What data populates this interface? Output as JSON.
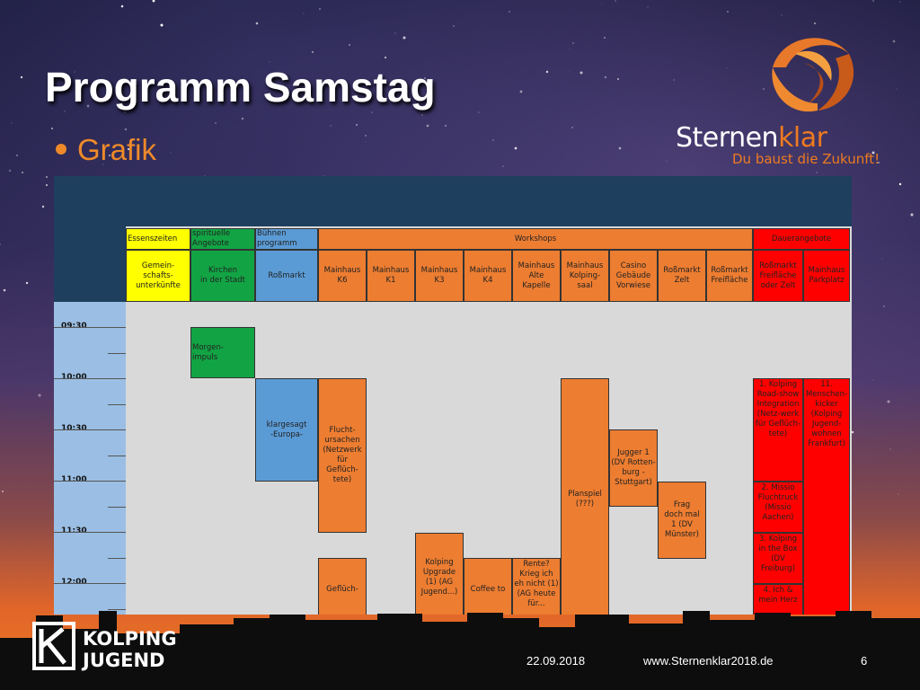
{
  "slide": {
    "title": "Programm Samstag",
    "bullet": "Grafik",
    "brand_name_part1": "Sternen",
    "brand_name_part2": "klar",
    "brand_slogan": "Du baust die Zukunft!",
    "kolping_line1": "KOLPING",
    "kolping_line2": "JUGEND"
  },
  "footer": {
    "date": "22.09.2018",
    "url": "www.Sternenklar2018.de",
    "page": "6"
  },
  "colors": {
    "navy": "#1f3f5f",
    "yellow": "#ffff00",
    "green": "#12a444",
    "blue": "#5b9bd5",
    "orange": "#ed7d31",
    "red": "#ff0000",
    "grey": "#d9d9d9"
  },
  "groups": {
    "essen": "Essenszeiten",
    "spirit": "spirituelle Angebote",
    "buehnen": "Bühnen programm",
    "workshops": "Workshops",
    "dauer": "Dauerangebote"
  },
  "venues": {
    "gemein": "Gemein-\nschafts-\nunterkünfte",
    "kirchen": "Kirchen\nin der Stadt",
    "rossmarkt": "Roßmarkt",
    "k6": "Mainhaus\nK6",
    "k1": "Mainhaus\nK1",
    "k3": "Mainhaus\nK3",
    "k4": "Mainhaus\nK4",
    "kapelle": "Mainhaus\nAlte\nKapelle",
    "kolpingsaal": "Mainhaus\nKolping-\nsaal",
    "casino": "Casino\nGebäude\nVorwiese",
    "zelt": "Roßmarkt\nZelt",
    "freiflaeche": "Roßmarkt\nFreifläche",
    "freiflaeche_zelt": "Roßmarkt\nFreifläche\noder Zelt",
    "parkplatz": "Mainhaus\nParkplatz"
  },
  "times": [
    "09:30",
    "10:00",
    "10:30",
    "11:00",
    "11:30",
    "12:00"
  ],
  "events": {
    "morgenimpuls": "Morgen-\nimpuls",
    "klargesagt": "klargesagt\n-Europa-",
    "flucht": "Flucht-\nursachen\n(Netzwerk\nfür Geflüch-\ntete)",
    "gefluech": "Geflüch-",
    "kolping_upgrade": "Kolping\nUpgrade\n(1) (AG\nJugend...)",
    "coffee": "Coffee to",
    "rente": "Rente?\nKrieg ich\neh nicht (1)\n(AG heute\nfür...",
    "planspiel": "Planspiel\n(???)",
    "jugger": "Jugger 1\n(DV Rotten-\nburg -\nStuttgart)",
    "frag": "Frag\ndoch mal\n1 (DV\nMünster)",
    "roadshow": "1. Kolping\nRoad-show\nIntegration\n(Netz-werk\nfür Geflüch-\ntete)",
    "missio": "2. Missio\nFluchtruck\n(Missio\nAachen)",
    "inthebox": "3. Kolping\nin the Box\n(DV\nFreiburg)",
    "ich": "4. Ich &\nmein Herz",
    "kicker": "11.\nMenschen-\nkicker\n(Kolping\nJugend-\nwohnen\nFrankfurt)"
  }
}
